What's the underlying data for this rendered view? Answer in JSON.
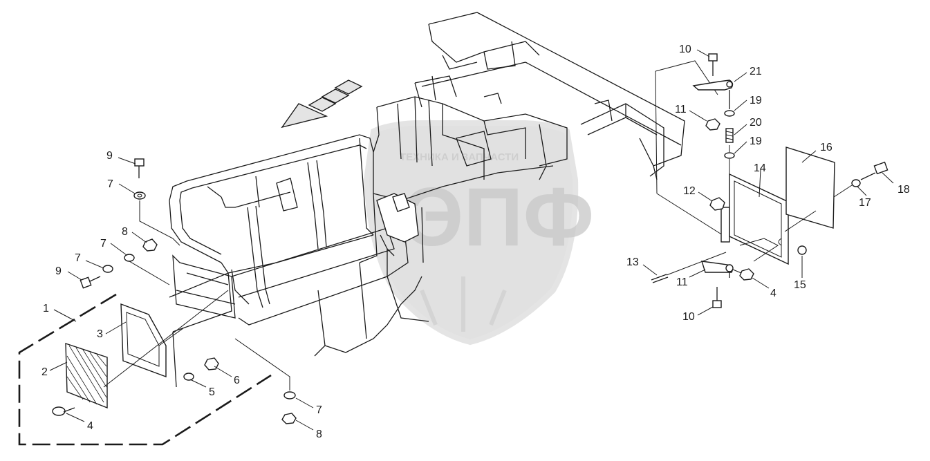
{
  "diagram": {
    "watermark": {
      "arc_text": "ТЕХНИКА И ЗАПЧАСТИ",
      "logo_text": "ЭПФ"
    },
    "callouts": [
      {
        "id": "c1",
        "label": "1"
      },
      {
        "id": "c2",
        "label": "2"
      },
      {
        "id": "c3",
        "label": "3"
      },
      {
        "id": "c4a",
        "label": "4"
      },
      {
        "id": "c5",
        "label": "5"
      },
      {
        "id": "c6",
        "label": "6"
      },
      {
        "id": "c7a",
        "label": "7"
      },
      {
        "id": "c7b",
        "label": "7"
      },
      {
        "id": "c7c",
        "label": "7"
      },
      {
        "id": "c7d",
        "label": "7"
      },
      {
        "id": "c8a",
        "label": "8"
      },
      {
        "id": "c8b",
        "label": "8"
      },
      {
        "id": "c9a",
        "label": "9"
      },
      {
        "id": "c9b",
        "label": "9"
      },
      {
        "id": "c10a",
        "label": "10"
      },
      {
        "id": "c10b",
        "label": "10"
      },
      {
        "id": "c11a",
        "label": "11"
      },
      {
        "id": "c11b",
        "label": "11"
      },
      {
        "id": "c12",
        "label": "12"
      },
      {
        "id": "c13",
        "label": "13"
      },
      {
        "id": "c14",
        "label": "14"
      },
      {
        "id": "c15",
        "label": "15"
      },
      {
        "id": "c16",
        "label": "16"
      },
      {
        "id": "c17",
        "label": "17"
      },
      {
        "id": "c18",
        "label": "18"
      },
      {
        "id": "c19a",
        "label": "19"
      },
      {
        "id": "c19b",
        "label": "19"
      },
      {
        "id": "c20",
        "label": "20"
      },
      {
        "id": "c21",
        "label": "21"
      },
      {
        "id": "c4b",
        "label": "4"
      }
    ]
  }
}
